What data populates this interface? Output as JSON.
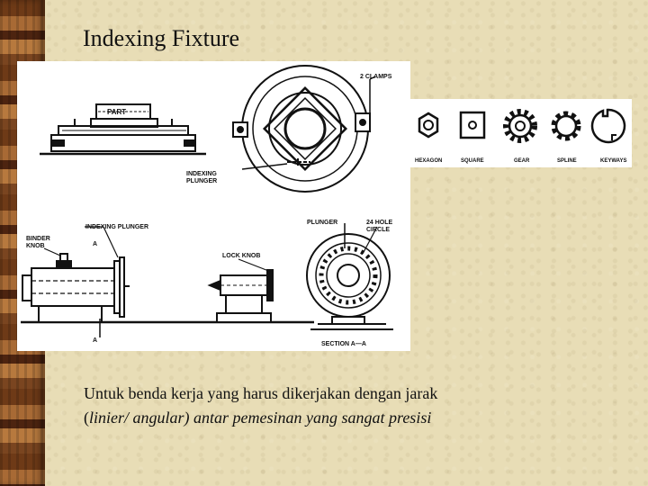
{
  "slide": {
    "title": "Indexing Fixture",
    "caption_line1": "Untuk benda kerja yang harus dikerjakan dengan jarak",
    "caption_line2_open": "(",
    "caption_line2_italic": "linier/ angular) antar pemesinan yang sangat presisi"
  },
  "drawing_labels": {
    "part": "PART",
    "clamps": "2 CLAMPS",
    "indexing_plunger_a": "INDEXING",
    "indexing_plunger_b": "PLUNGER",
    "binder_knob_a": "BINDER",
    "binder_knob_b": "KNOB",
    "indexing_plunger_top": "INDEXING PLUNGER",
    "section_mark_top": "A",
    "section_mark_bottom": "A",
    "lock_knob": "LOCK KNOB",
    "plunger": "PLUNGER",
    "hole_circle_a": "24 HOLE",
    "hole_circle_b": "CIRCLE",
    "section": "SECTION  A—A"
  },
  "profiles": [
    "HEXAGON",
    "SQUARE",
    "GEAR",
    "SPLINE",
    "KEYWAYS"
  ],
  "colors": {
    "background": "#e8ddb6",
    "border": "#6e3a17",
    "ink": "#111111"
  }
}
